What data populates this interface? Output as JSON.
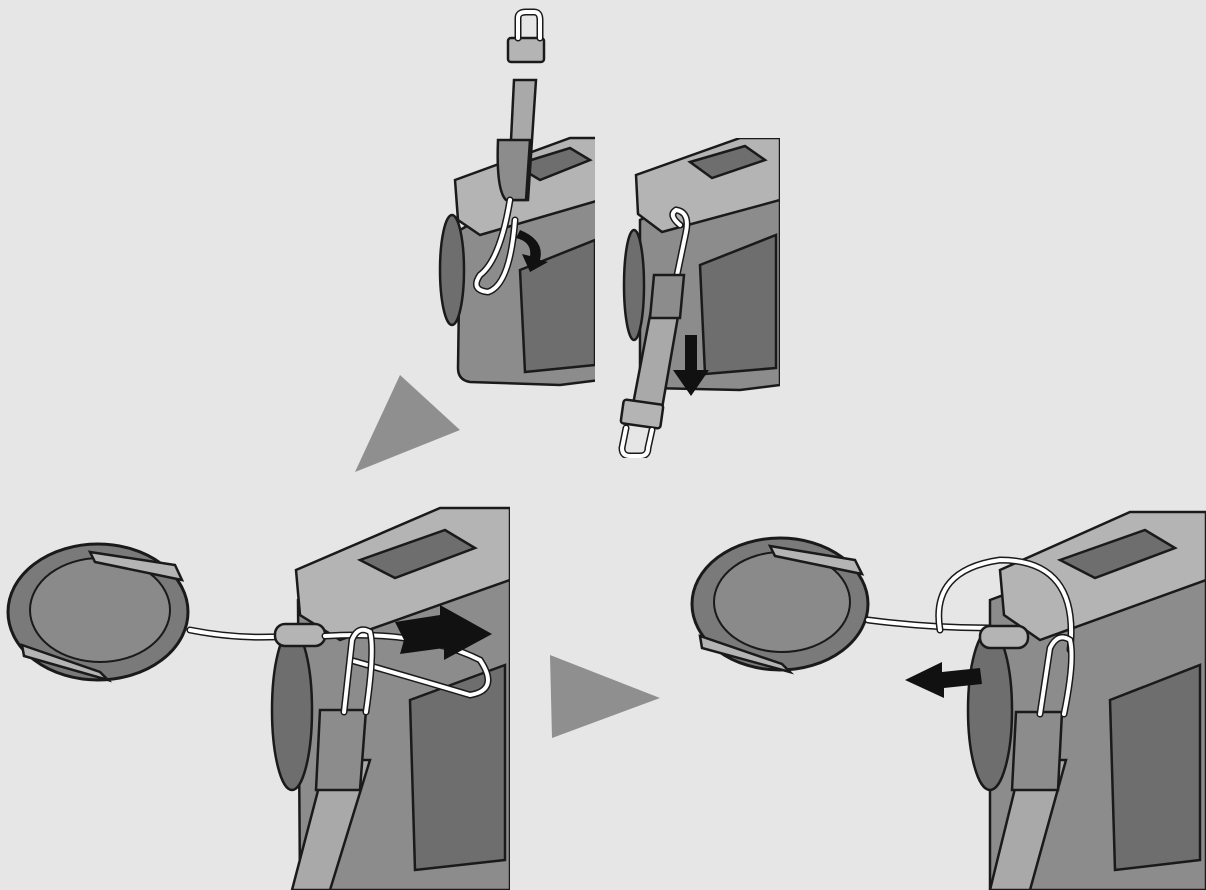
{
  "figure": {
    "background": "#e6e6e6",
    "colors": {
      "outline": "#1a1a1a",
      "body_dark": "#6e6e6e",
      "body_mid": "#8c8c8c",
      "body_light": "#b4b4b4",
      "strap": "#a9a9a9",
      "cap": "#7a7a7a",
      "cap_face": "#8a8a8a",
      "step_arrow": "#8f8f8f",
      "action_arrow": "#111111",
      "cord": "#ffffff"
    },
    "icons": {
      "step_arrow": "triangle-right-arrow",
      "action_arrow": "black-block-arrow"
    },
    "panels": [
      {
        "id": "step-1",
        "action": "arrow-curving-down-into-eyelet"
      },
      {
        "id": "step-2",
        "action": "arrow-pointing-down"
      },
      {
        "id": "step-3",
        "action": "double-arrow-left-right"
      },
      {
        "id": "step-4",
        "action": "arrow-pointing-left"
      }
    ]
  }
}
